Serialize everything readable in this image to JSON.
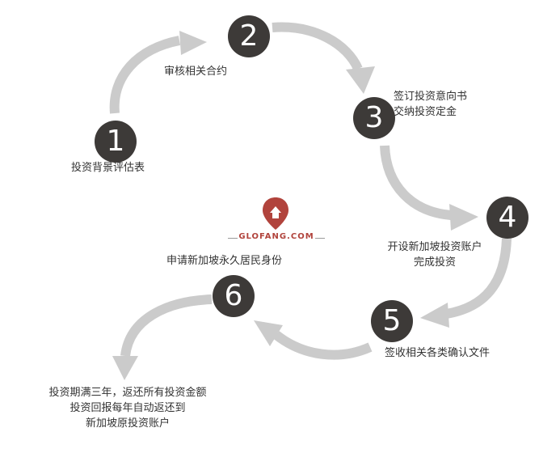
{
  "brand": {
    "name": "GLOFANG.COM",
    "text_color": "#b1433c"
  },
  "colors": {
    "circle": "#3d3a38",
    "arrow": "#cbcbcb",
    "text": "#333333"
  },
  "steps": [
    {
      "number": "1",
      "lines": [
        "投资背景评估表"
      ]
    },
    {
      "number": "2",
      "lines": [
        "审核相关合约"
      ]
    },
    {
      "number": "3",
      "lines": [
        "签订投资意向书",
        "交纳投资定金"
      ]
    },
    {
      "number": "4",
      "lines": [
        "开设新加坡投资账户",
        "完成投资"
      ]
    },
    {
      "number": "5",
      "lines": [
        "签收相关各类确认文件"
      ]
    },
    {
      "number": "6",
      "lines": [
        "申请新加坡永久居民身份"
      ]
    }
  ],
  "final_note": {
    "lines": [
      "投资期满三年，返还所有投资金额",
      "投资回报每年自动返还到",
      "新加坡原投资账户"
    ]
  }
}
